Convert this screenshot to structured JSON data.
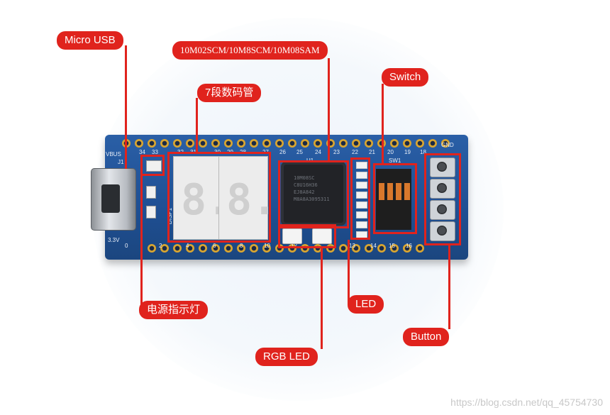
{
  "labels": {
    "micro_usb": "Micro USB",
    "fpga": "10M02SCM/10M8SCM/10M08SAM",
    "seven_segment": "7段数码管",
    "switch": "Switch",
    "power_led": "电源指示灯",
    "led": "LED",
    "rgb_led": "RGB LED",
    "button": "Button"
  },
  "silkscreen": {
    "vbus": "VBUS",
    "j1": "J1",
    "v33": "3.3V",
    "disp1": "DISP1",
    "u1": "U1",
    "sw1": "SW1",
    "gnd": "GND",
    "top_pins": [
      "34",
      "33",
      "32",
      "31",
      "30",
      "29",
      "28",
      "27",
      "26",
      "25",
      "24",
      "23",
      "22",
      "21",
      "20",
      "19",
      "18"
    ],
    "bottom_pins": [
      "0",
      "2",
      "4",
      "6",
      "8",
      "10",
      "12",
      "13",
      "14",
      "15",
      "16"
    ]
  },
  "chip_text": [
    "10M08SC",
    "C8U16H36",
    "EJ8A842",
    "M8A8A3095311"
  ],
  "digits": [
    "8.",
    "8."
  ],
  "watermark": "https://blog.csdn.net/qq_45754730",
  "colors": {
    "highlight": "#e0231d",
    "board": "#1f4f93"
  }
}
